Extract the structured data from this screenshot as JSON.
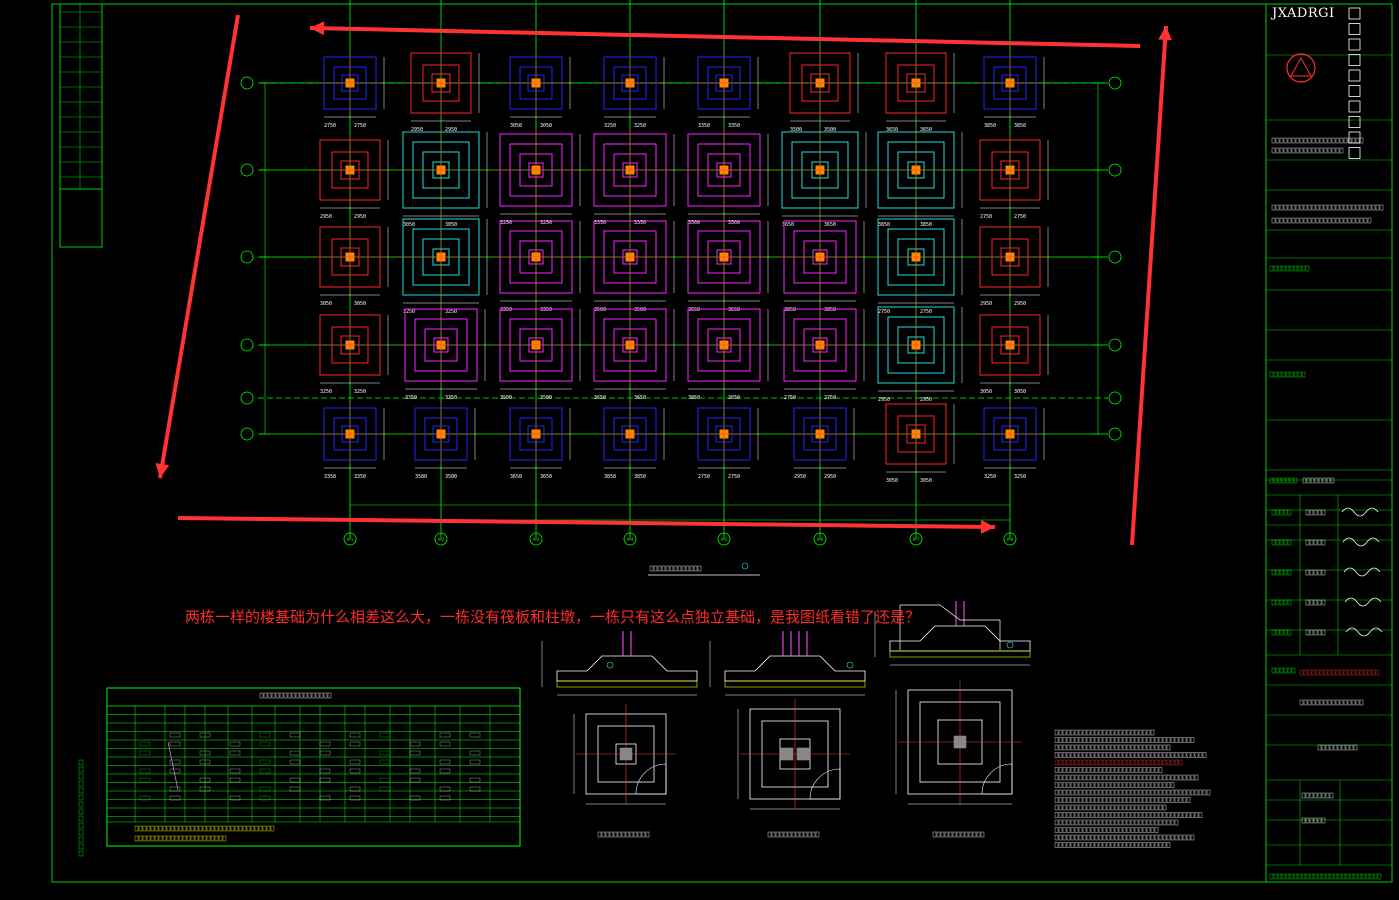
{
  "title_block": {
    "brand": "JXADRGI"
  },
  "annotation": {
    "question": "两栋一样的楼基础为什么相差这么大，一栋没有筏板和柱墩，一栋只有这么点独立基础，是我图纸看错了还是？"
  },
  "plan": {
    "dimension_labels": [
      "2750",
      "2950",
      "3050",
      "3250",
      "3350",
      "3500",
      "3650",
      "3850"
    ],
    "column_axis_labels": [
      "A-1",
      "A-2",
      "A-3",
      "A-4",
      "A-5",
      "A-6",
      "A-7",
      "A-8"
    ]
  },
  "colors": {
    "background": "#000000",
    "grid": "#00ff00",
    "footing_blue": "#2222ff",
    "footing_red": "#ff2222",
    "footing_magenta": "#ff22ff",
    "footing_cyan": "#22dddd",
    "column": "#ff8800",
    "markup_arrow": "#ff3333",
    "frame": "#00cc00"
  },
  "footing_rows": [
    [
      "blue",
      "red",
      "blue",
      "blue",
      "blue",
      "red",
      "red",
      "blue"
    ],
    [
      "red",
      "cyan",
      "magenta",
      "magenta",
      "magenta",
      "cyan",
      "cyan",
      "red"
    ],
    [
      "red",
      "cyan",
      "magenta",
      "magenta",
      "magenta",
      "magenta",
      "cyan",
      "red"
    ],
    [
      "red",
      "magenta",
      "magenta",
      "magenta",
      "magenta",
      "magenta",
      "cyan",
      "red"
    ],
    [
      "blue",
      "blue",
      "blue",
      "blue",
      "blue",
      "blue",
      "red",
      "blue"
    ]
  ]
}
